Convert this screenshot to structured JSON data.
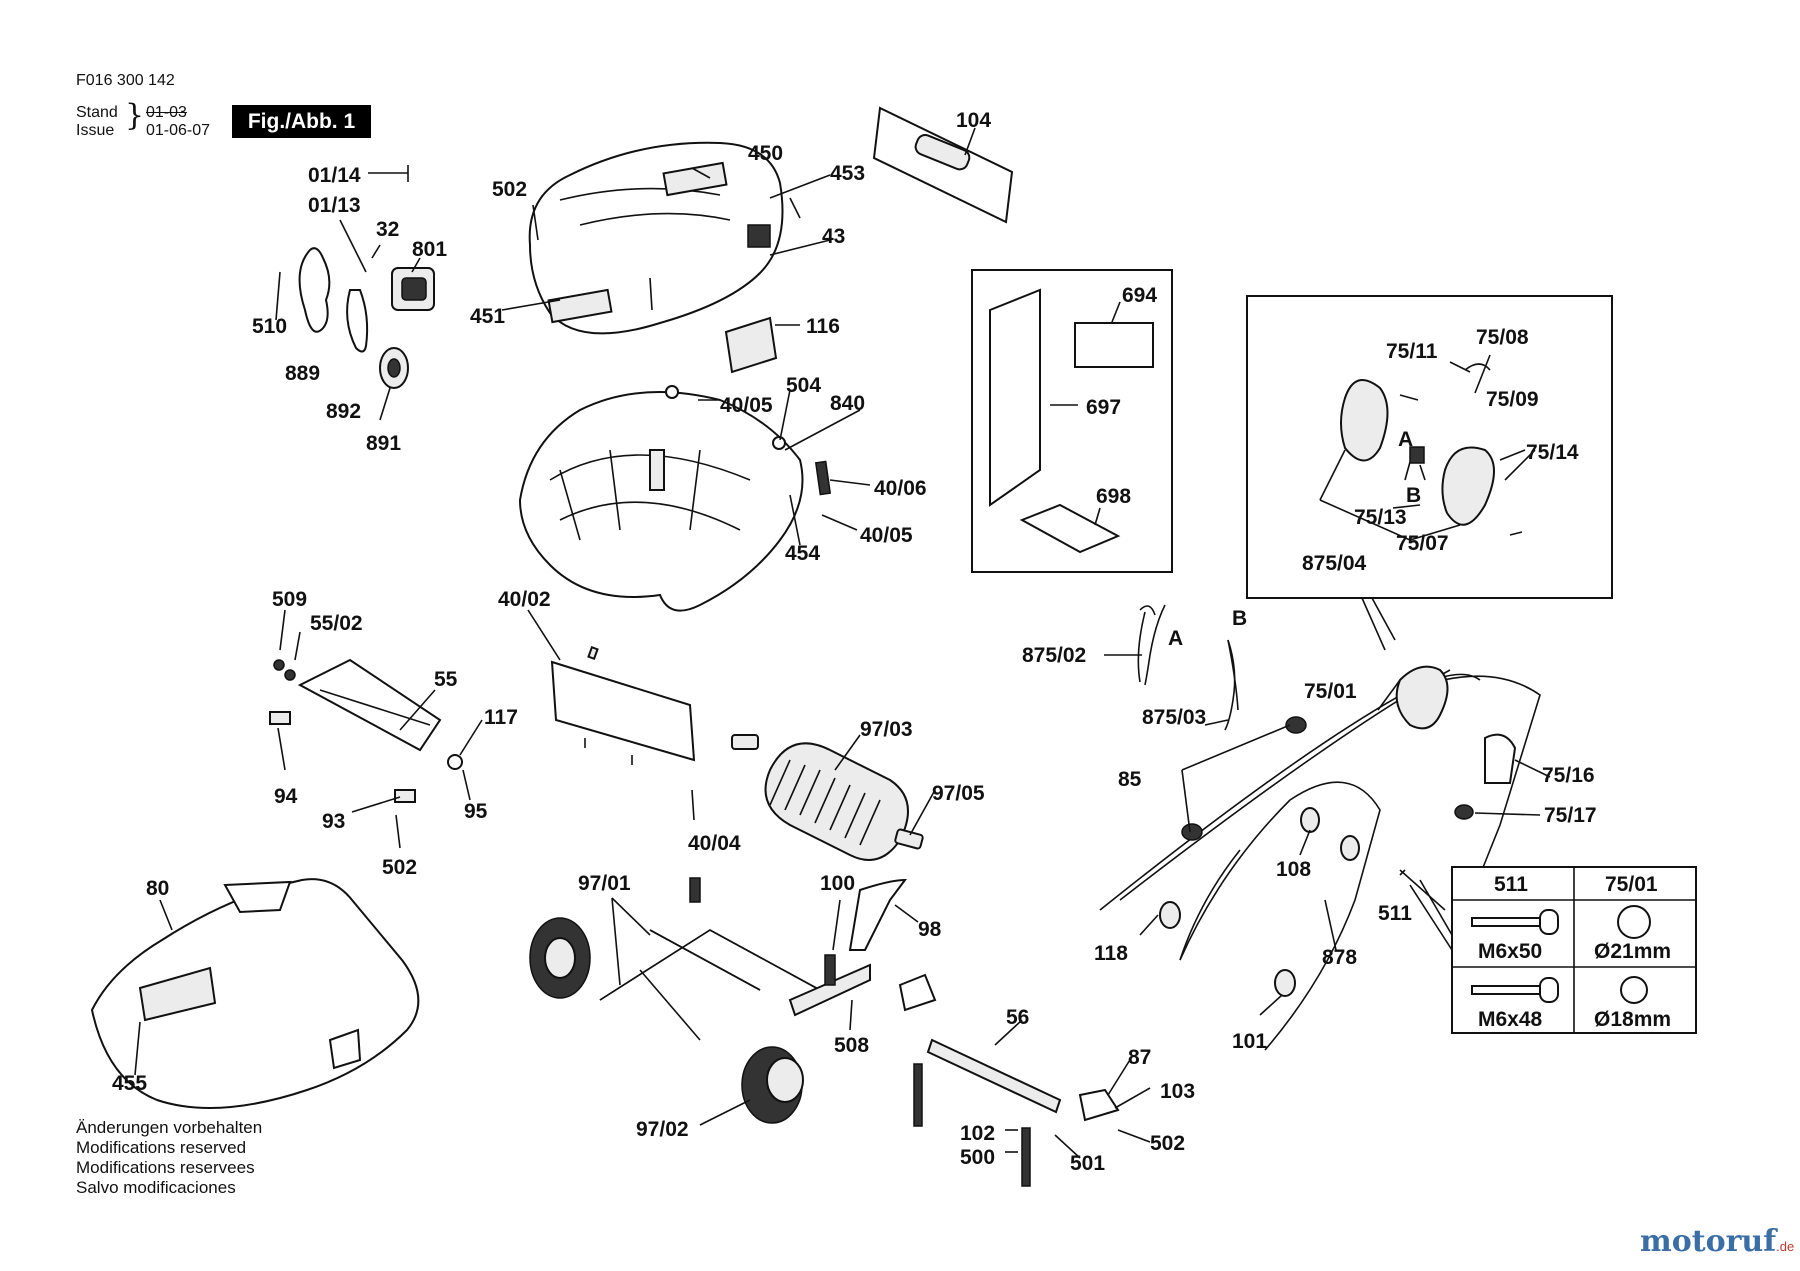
{
  "header": {
    "doc_number": "F016 300 142",
    "stand_label": "Stand",
    "issue_label": "Issue",
    "stand_date": "01-03",
    "issue_date": "01-06-07",
    "figure": "Fig./Abb. 1"
  },
  "labels": {
    "p104": "104",
    "p450": "450",
    "p453": "453",
    "p502a": "502",
    "p43": "43",
    "p451": "451",
    "p116": "116",
    "p01_14": "01/14",
    "p01_13": "01/13",
    "p32": "32",
    "p801": "801",
    "p510": "510",
    "p889": "889",
    "p892": "892",
    "p891": "891",
    "p694": "694",
    "p697": "697",
    "p698": "698",
    "p504": "504",
    "p40_05a": "40/05",
    "p840": "840",
    "p40_06": "40/06",
    "p40_05b": "40/05",
    "p454": "454",
    "p75_11": "75/11",
    "p75_08": "75/08",
    "p75_09": "75/09",
    "p75_14": "75/14",
    "pA": "A",
    "pB": "B",
    "p75_13": "75/13",
    "p75_07": "75/07",
    "p875_04": "875/04",
    "p509": "509",
    "p55_02": "55/02",
    "p55": "55",
    "p117": "117",
    "p94": "94",
    "p93": "93",
    "p95": "95",
    "p502b": "502",
    "p40_02": "40/02",
    "p97_03": "97/03",
    "p97_05": "97/05",
    "p40_04": "40/04",
    "p875_02": "875/02",
    "pA2": "A",
    "pB2": "B",
    "p875_03": "875/03",
    "p75_01": "75/01",
    "p85": "85",
    "p75_16": "75/16",
    "p75_17": "75/17",
    "p108": "108",
    "p118": "118",
    "p878": "878",
    "p511": "511",
    "p101": "101",
    "p80": "80",
    "p455": "455",
    "p97_01": "97/01",
    "p100": "100",
    "p98": "98",
    "p508": "508",
    "p97_02": "97/02",
    "p56": "56",
    "p87": "87",
    "p103": "103",
    "p102": "102",
    "p500": "500",
    "p501": "501",
    "p502c": "502"
  },
  "screw_table": {
    "col1": "511",
    "col2": "75/01",
    "row1_size": "M6x50",
    "row1_dia": "Ø21mm",
    "row2_size": "M6x48",
    "row2_dia": "Ø18mm"
  },
  "notes": [
    "Änderungen vorbehalten",
    "Modifications reserved",
    "Modifications reservees",
    "Salvo modificaciones"
  ],
  "watermark": {
    "main": "motoruf",
    "suffix": ".de"
  }
}
